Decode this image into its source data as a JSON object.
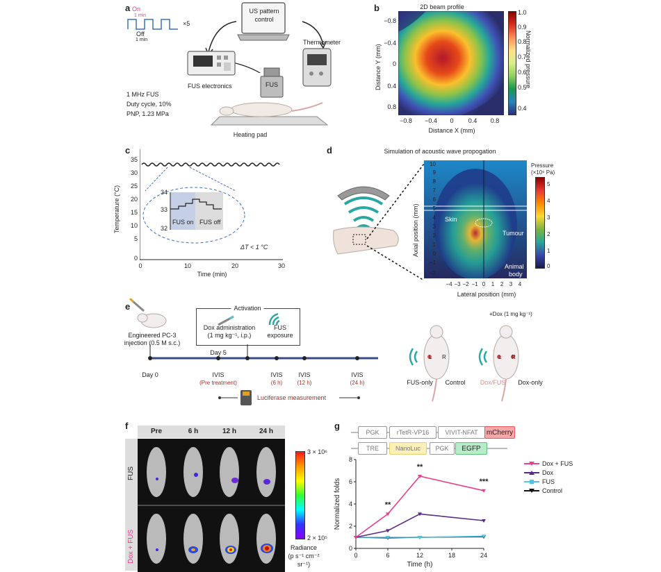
{
  "panel_a": {
    "label": "a",
    "on_label": "On",
    "on_duration": "1 min",
    "off_label": "Off",
    "off_duration": "1 min",
    "repeat": "×5",
    "us_control": [
      "US pattern",
      "control"
    ],
    "thermometer": "Thermometer",
    "fus_electronics": "FUS electronics",
    "fus": "FUS",
    "params": [
      "1 MHz FUS",
      "Duty cycle, 10%",
      "PNP, 1.23 MPa"
    ],
    "heating_pad": "Heating pad"
  },
  "panel_b": {
    "label": "b",
    "title": "2D beam profile",
    "xlabel": "Distance X (mm)",
    "ylabel": "Distance Y (mm)",
    "xticks": [
      "−0.8",
      "−0.4",
      "0",
      "0.4",
      "0.8"
    ],
    "yticks": [
      "−0.8",
      "−0.4",
      "0",
      "0.4",
      "0.8"
    ],
    "colorbar_label": "Normalized pressure",
    "colorbar_ticks": [
      "1.0",
      "0.9",
      "0.8",
      "0.7",
      "0.6",
      "0.5",
      "0.4"
    ]
  },
  "panel_c": {
    "label": "c",
    "xlabel": "Time (min)",
    "ylabel": "Temperature (°C)",
    "xticks": [
      "0",
      "10",
      "20",
      "30"
    ],
    "yticks": [
      "35",
      "30",
      "25",
      "20",
      "15",
      "10",
      "5",
      "0"
    ],
    "inset_yticks": [
      "34",
      "33",
      "32"
    ],
    "fus_on": "FUS on",
    "fus_off": "FUS off",
    "delta_t": "ΔT < 1 °C"
  },
  "panel_d": {
    "label": "d",
    "title": "Simulation of acoustic wave propogation",
    "xlabel": "Lateral position (mm)",
    "ylabel": "Axial position (mm)",
    "xticks": [
      "−4",
      "−3",
      "−2",
      "−1",
      "0",
      "1",
      "2",
      "3",
      "4"
    ],
    "yticks": [
      "10",
      "9",
      "8",
      "7",
      "6",
      "5",
      "4",
      "3",
      "2",
      "1",
      "0",
      "−1",
      "−2"
    ],
    "colorbar_label": [
      "Pressure",
      "(×10⁶ Pa)"
    ],
    "colorbar_ticks": [
      "5",
      "4",
      "3",
      "2",
      "1",
      "0"
    ],
    "skin": "Skin",
    "tumour": "Tumour",
    "animal_body": [
      "Animal",
      "body"
    ]
  },
  "panel_e": {
    "label": "e",
    "activation": "Activation",
    "dox_admin": [
      "Dox administration",
      "(1 mg kg⁻¹, i.p.)"
    ],
    "fus_exposure": [
      "FUS",
      "exposure"
    ],
    "injection": [
      "Engineered PC-3",
      "injection (0.5 M s.c.)"
    ],
    "day0": "Day 0",
    "day5": "Day 5",
    "ivis": "IVIS",
    "timepoints": [
      "(Pre treatment)",
      "(6 h)",
      "(12 h)",
      "(24 h)"
    ],
    "luciferase": "Luciferase measurement",
    "dox_dose": "+Dox (1 mg kg⁻¹)",
    "groups": [
      "FUS-only",
      "Control",
      "Dox/FUS",
      "Dox-only"
    ],
    "side_l": "L",
    "side_r": "R"
  },
  "panel_f": {
    "label": "f",
    "columns": [
      "Pre",
      "6 h",
      "12 h",
      "24 h"
    ],
    "rows": [
      "FUS",
      "Dox + FUS"
    ],
    "scale_max": "3 × 10⁶",
    "scale_min": "2 × 10⁵",
    "radiance": [
      "Radiance",
      "(p s⁻¹ cm⁻²",
      "sr⁻¹)"
    ]
  },
  "panel_g": {
    "label": "g",
    "construct1": [
      "PGK",
      "rTetR-VP16",
      "VIVIT-NFAT",
      "mCherry"
    ],
    "construct2": [
      "TRE",
      "NanoLuc",
      "PGK",
      "EGFP"
    ],
    "significance": [
      "**",
      "**",
      "***"
    ]
  },
  "colors": {
    "dox_fus": "#e83e8c",
    "dox": "#5b2a86",
    "fus": "#4fc3e8",
    "control": "#111111",
    "ivis_text": "#a0332a",
    "timeline": "#3b4a8c"
  },
  "chart_data": [
    {
      "type": "line",
      "title": "",
      "xlabel": "Time (h)",
      "ylabel": "Normalized folds",
      "x": [
        0,
        6,
        12,
        24
      ],
      "xticks": [
        "0",
        "6",
        "12",
        "18",
        "24"
      ],
      "yticks": [
        "0",
        "2",
        "4",
        "6",
        "8"
      ],
      "xlim": [
        0,
        24
      ],
      "ylim": [
        0,
        8
      ],
      "legend_position": "top-right",
      "series": [
        {
          "name": "Dox + FUS",
          "values": [
            1.0,
            3.1,
            6.5,
            5.2
          ],
          "color": "#e83e8c"
        },
        {
          "name": "Dox",
          "values": [
            1.0,
            1.6,
            3.1,
            2.5
          ],
          "color": "#5b2a86"
        },
        {
          "name": "FUS",
          "values": [
            1.0,
            1.0,
            1.0,
            1.1
          ],
          "color": "#4fc3e8"
        },
        {
          "name": "Control",
          "values": [
            1.0,
            0.95,
            1.0,
            1.05
          ],
          "color": "#111111"
        }
      ]
    }
  ]
}
